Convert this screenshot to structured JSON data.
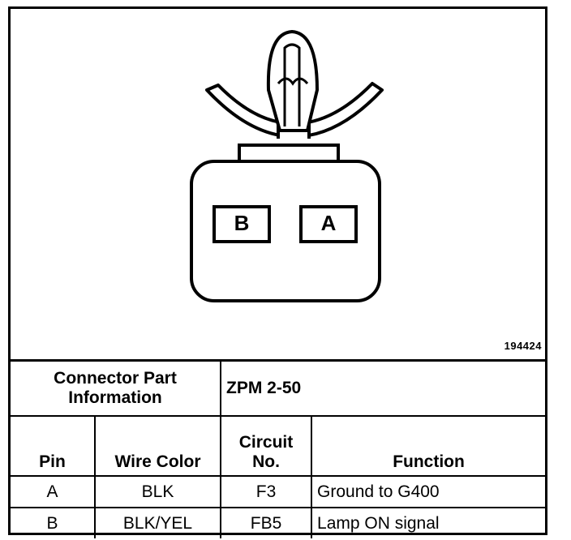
{
  "figure_number": "194424",
  "connector": {
    "cavities": [
      {
        "label": "B"
      },
      {
        "label": "A"
      }
    ]
  },
  "part_info": {
    "label": "Connector Part Information",
    "value": "ZPM 2-50"
  },
  "table": {
    "headers": {
      "pin": "Pin",
      "wire_color": "Wire Color",
      "circuit": "Circuit No.",
      "function": "Function"
    },
    "rows": [
      {
        "pin": "A",
        "wire_color": "BLK",
        "circuit": "F3",
        "function": "Ground to G400"
      },
      {
        "pin": "B",
        "wire_color": "BLK/YEL",
        "circuit": "FB5",
        "function": "Lamp ON signal"
      }
    ]
  }
}
